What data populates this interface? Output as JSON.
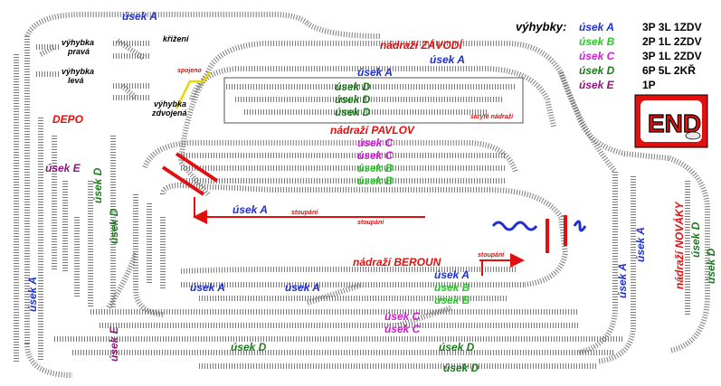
{
  "colors": {
    "usek_a": "#1f2fd0",
    "usek_b": "#28c828",
    "usek_c": "#d21ed2",
    "usek_d": "#1e7a1e",
    "usek_e": "#8a1a7a",
    "station": "#e01010",
    "track": "#8a8a8a",
    "logo_bg": "#e01010"
  },
  "legend": {
    "title": "výhybky:",
    "rows": [
      {
        "section": "úsek A",
        "count": "3P 3L 1ZDV"
      },
      {
        "section": "úsek B",
        "count": "2P 1L 2ZDV"
      },
      {
        "section": "úsek C",
        "count": "3P 1L 2ZDV"
      },
      {
        "section": "úsek D",
        "count": "6P 5L 2KŘ"
      },
      {
        "section": "úsek E",
        "count": "1P"
      }
    ]
  },
  "symbols": {
    "right": "výhybka\npravá",
    "left": "výhybka\nlevá",
    "cross": "křížení",
    "double": "výhybka\nzdvojená"
  },
  "stations": {
    "zavodi": "nádraží ZÁVODÍ",
    "pavlov": "nádraží PAVLOV",
    "beroun": "nádraží BEROUN",
    "novaky": "nádraží NOVÁKY",
    "depo": "DEPO",
    "hidden": "skryté nádraží",
    "joined": "spojeno"
  },
  "annotations": {
    "slope": "stoupání"
  },
  "logo": {
    "text": "END"
  },
  "sections": {
    "a": "úsek A",
    "b": "úsek B",
    "c": "úsek C",
    "d": "úsek D",
    "e": "úsek E"
  }
}
